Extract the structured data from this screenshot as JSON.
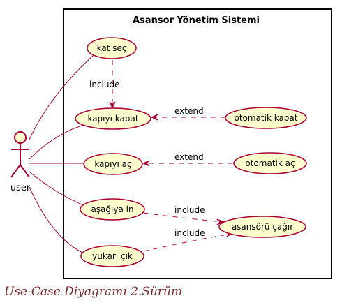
{
  "diagram": {
    "type": "use-case",
    "system_title": "Asansor Yönetim Sistemi",
    "actor": "user",
    "use_cases": {
      "kat_sec": "kat seç",
      "kapiyi_kapat": "kapıyı kapat",
      "otomatik_kapat": "otomatik kapat",
      "kapiyi_ac": "kapıyı aç",
      "otomatik_ac": "otomatik aç",
      "asagiya_in": "aşağıya in",
      "asansoru_cagir": "asansörü çağır",
      "yukari_cik": "yukarı çık"
    },
    "relations": [
      {
        "from": "kat seç",
        "to": "kapıyı kapat",
        "label": "include"
      },
      {
        "from": "otomatik kapat",
        "to": "kapıyı kapat",
        "label": "extend"
      },
      {
        "from": "otomatik aç",
        "to": "kapıyı aç",
        "label": "extend"
      },
      {
        "from": "aşağıya in",
        "to": "asansörü çağır",
        "label": "include"
      },
      {
        "from": "yukarı çık",
        "to": "asansörü çağır",
        "label": "include"
      }
    ],
    "colors": {
      "usecase_fill": "#FEFECE",
      "border": "#A80036",
      "caption": "#7B2A2A"
    }
  },
  "caption": "Use-Case Diyagramı 2.Sürüm"
}
